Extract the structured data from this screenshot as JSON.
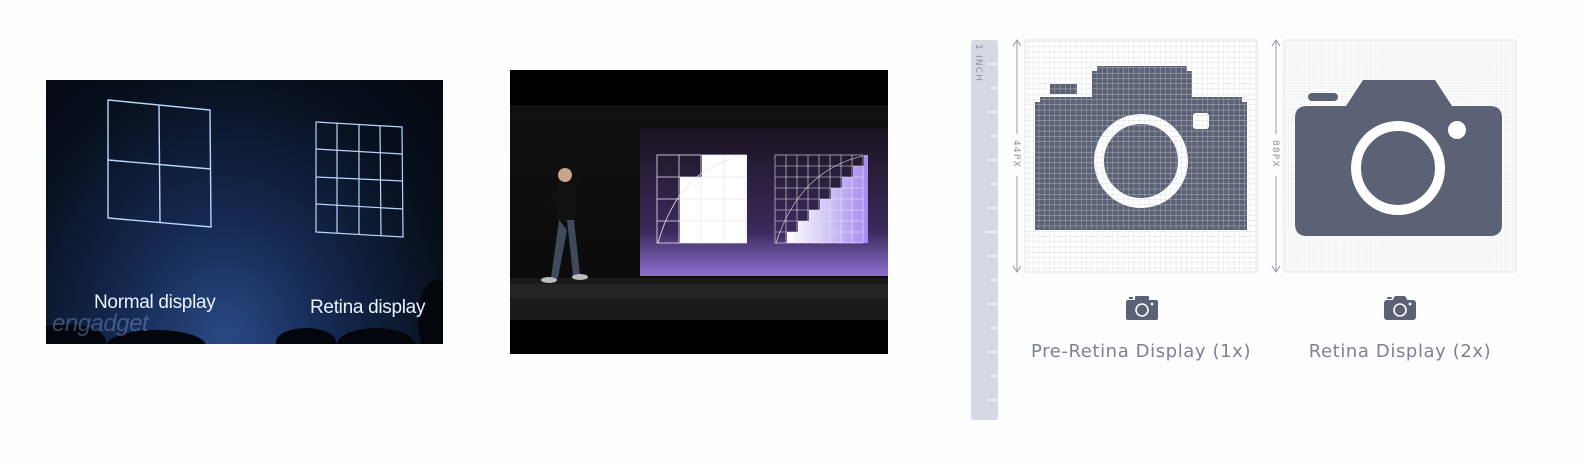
{
  "slide_panel": {
    "normal_label": "Normal display",
    "retina_label": "Retina display",
    "watermark": "engadget"
  },
  "presenter_panel": {
    "caption": ""
  },
  "retina_panel": {
    "ruler_label": "1 INCH",
    "left_dim": "44PX",
    "right_dim": "88PX",
    "left_caption": "Pre-Retina Display (1x)",
    "right_caption": "Retina Display (2x)",
    "icon_name": "camera-icon",
    "colors": {
      "icon": "#5b6275",
      "ruler": "#d5d9e3",
      "grid_line": "#cfd2d8"
    }
  }
}
